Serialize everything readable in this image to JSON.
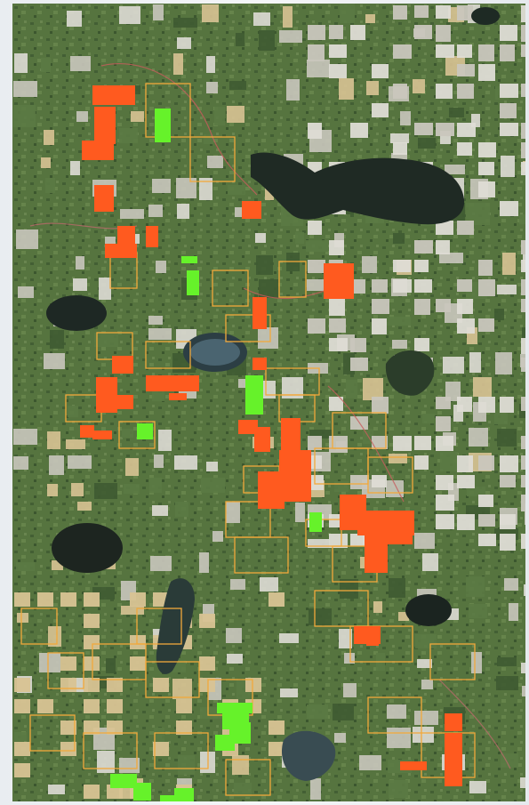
{
  "map": {
    "kind": "satellite",
    "layers": [
      {
        "key": "parcels_outline",
        "color": "#f2a93b"
      },
      {
        "key": "parcels_orange",
        "color": "#ff5a1f"
      },
      {
        "key": "parcels_green",
        "color": "#66f22a"
      },
      {
        "key": "lakes",
        "color": "#1f2a24"
      },
      {
        "key": "roads",
        "color": "#c75c5c"
      }
    ],
    "colors": {
      "vegetation_dark": "#3f5b32",
      "vegetation_mid": "#5b7a44",
      "field_light": "#c9c6bd",
      "field_tan": "#d8c394",
      "field_white": "#dedcd5"
    }
  }
}
